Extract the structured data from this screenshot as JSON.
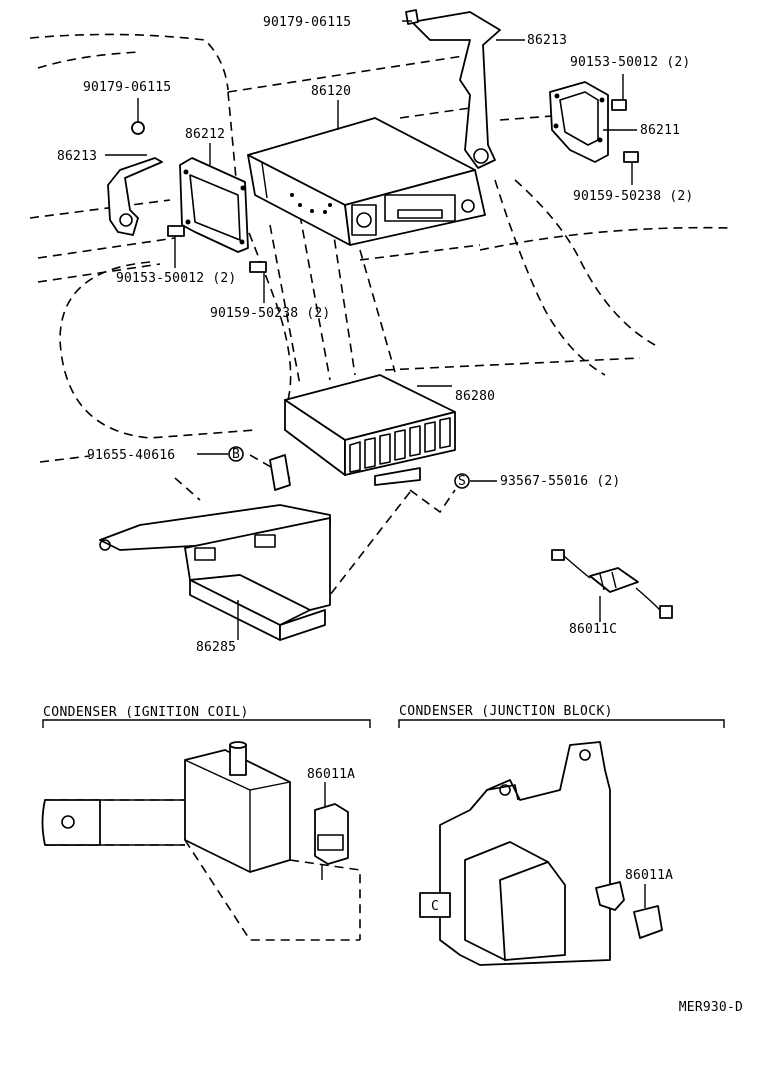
{
  "labels": {
    "nut_upper": "90179-06115",
    "bracket_right": "86213",
    "screw_right_upper": "90153-50012 (2)",
    "plate_right": "86211",
    "bolt_right_lower": "90159-50238 (2)",
    "nut_left": "90179-06115",
    "radio": "86120",
    "plate_left": "86212",
    "bracket_left": "86213",
    "screw_left": "90153-50012 (2)",
    "bolt_left": "90159-50238 (2)",
    "amplifier": "86280",
    "clip": "91655-40616",
    "clip_marker": "B",
    "screw_amp": "93567-55016 (2)",
    "screw_amp_marker": "S",
    "amp_bracket": "86285",
    "condenser_c": "86011C",
    "condenser_a1": "86011A",
    "condenser_a2": "86011A",
    "junction_marker": "C"
  },
  "sections": {
    "ignition": "CONDENSER (IGNITION COIL)",
    "junction": "CONDENSER (JUNCTION BLOCK)"
  },
  "diagram_code": "MER930-D"
}
